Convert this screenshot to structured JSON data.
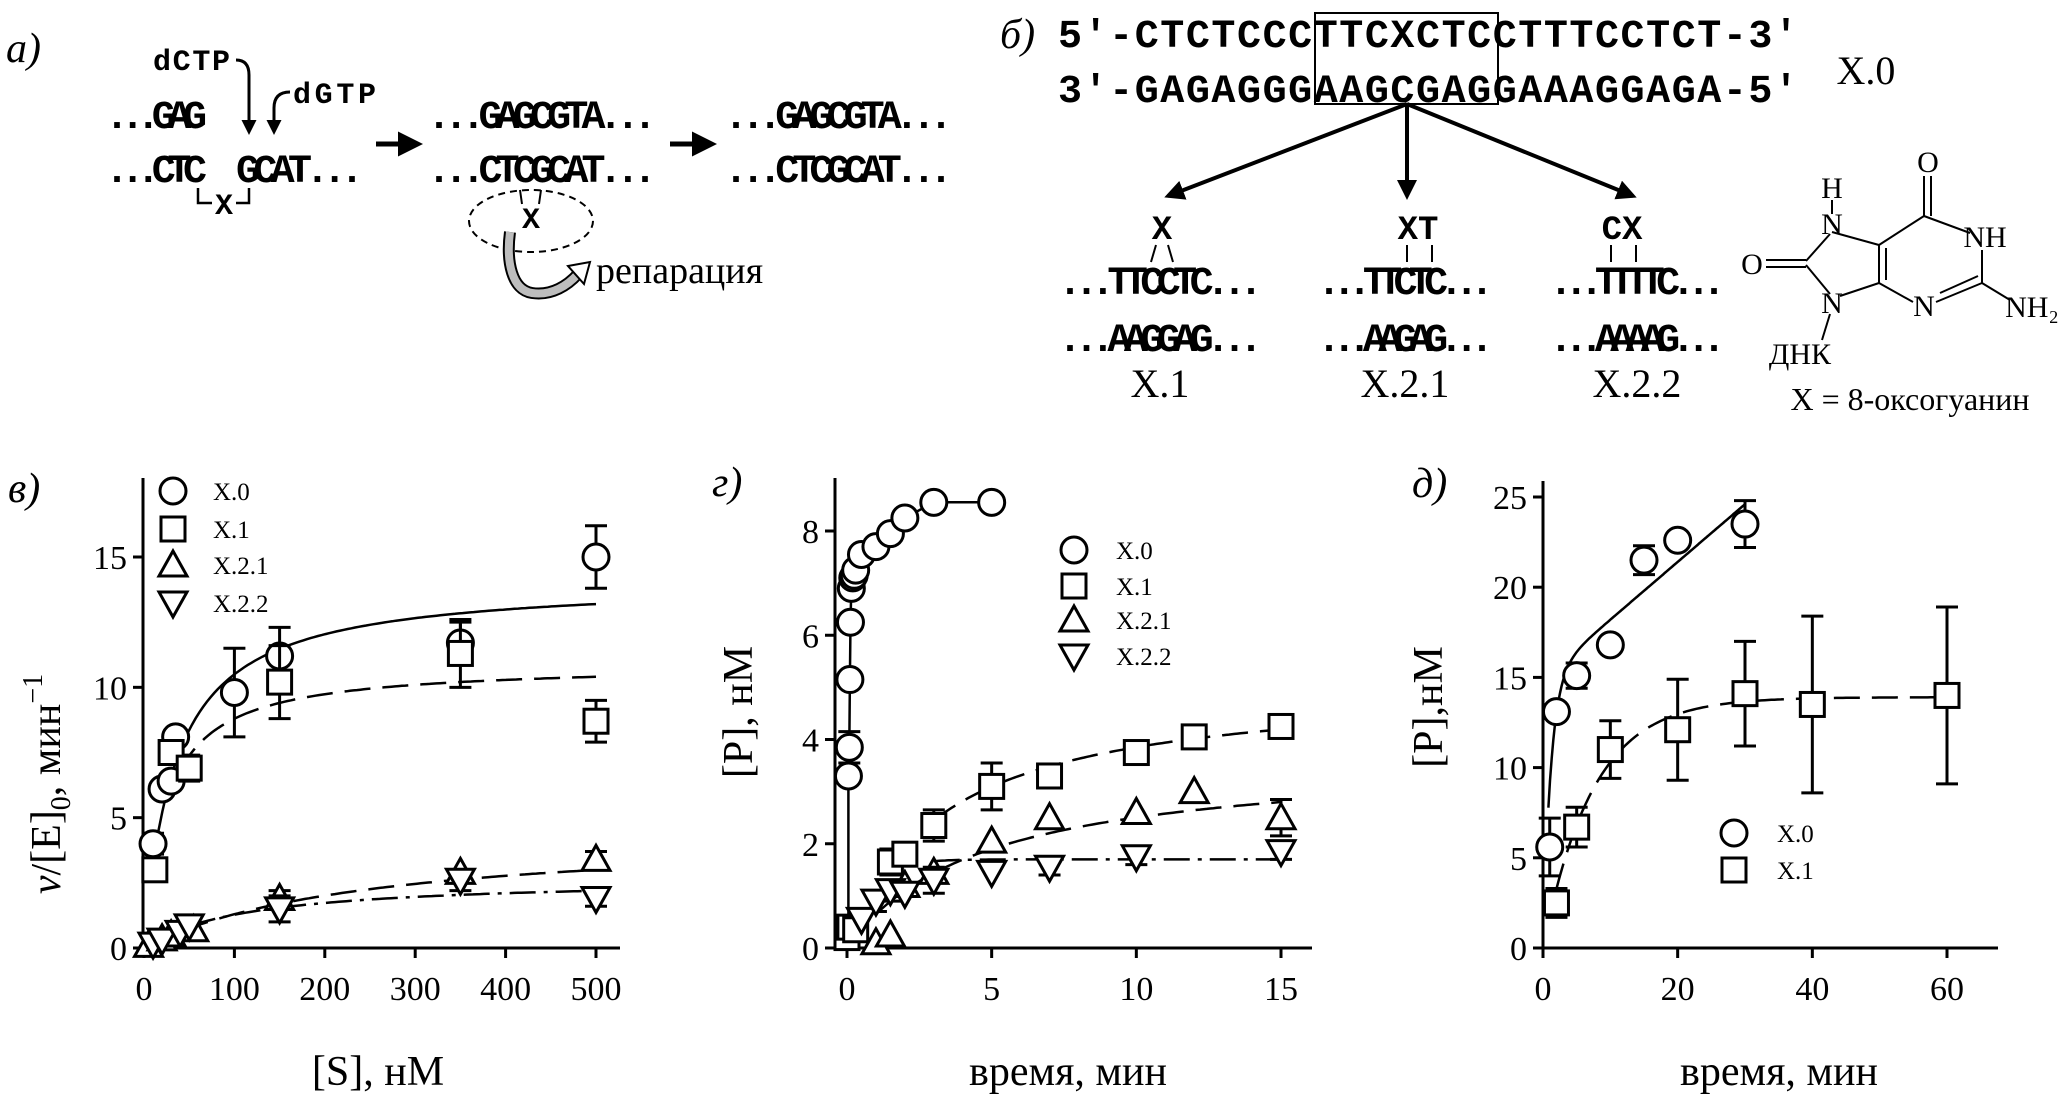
{
  "panel_labels": {
    "a": "а)",
    "b": "б)",
    "c": "в)",
    "d": "г)",
    "e": "д)"
  },
  "scheme_a": {
    "dctp": "dCTP",
    "dgtp": "dGTP",
    "top1": "...GAG",
    "bot1_left": "...CTC",
    "bot1_right": "GCAT...",
    "lesion": "X",
    "top2": "...GAGCGTA...",
    "bot2": "...CTCGCAT...",
    "lesion2": "X",
    "repair_label": "репарация",
    "top3": "...GAGCGTA...",
    "bot3": "...CTCGCAT..."
  },
  "scheme_b": {
    "strand_top": "5′-CTCTCCCTTCXCTCCTTTCCTCT-3′",
    "strand_bottom": "3′-GAGAGGGAAGCGAGGAAAGGAGA-5′",
    "duplex_name": "X.0",
    "variants": [
      {
        "insert": "X",
        "top": "...TTCCTC...",
        "bottom": "...AAGGAG...",
        "name": "X.1"
      },
      {
        "insert": "XT",
        "top": "...TTCTC...",
        "bottom": "...AAGAG...",
        "name": "X.2.1"
      },
      {
        "insert": "CX",
        "top": "...TTTTC...",
        "bottom": "...AAAAG...",
        "name": "X.2.2"
      }
    ],
    "structure": {
      "labels": [
        "H",
        "N",
        "O",
        "NH",
        "NH₂",
        "N",
        "N",
        "O",
        "ДНК"
      ],
      "caption": "X = 8-оксогуанин"
    }
  },
  "chart_data": [
    {
      "type": "scatter",
      "panel": "в)",
      "title": "",
      "xlabel": "[S], нМ",
      "ylabel": {
        "v": "v",
        "mid": "/[E]",
        "sub": "0",
        "tail": ", мин",
        "sup": "−1"
      },
      "xlim": [
        -5,
        525
      ],
      "ylim": [
        0,
        18
      ],
      "xticks": [
        "0",
        "100",
        "200",
        "300",
        "400",
        "500"
      ],
      "xtick_values": [
        0,
        100,
        200,
        300,
        400,
        500
      ],
      "yticks": [
        "0",
        "5",
        "10",
        "15"
      ],
      "ytick_values": [
        0,
        5,
        10,
        15
      ],
      "legend_position": "top-left",
      "series": [
        {
          "name": "X.0",
          "marker": "circle",
          "line": "solid",
          "points": [
            [
              10,
              4.0,
              0.4
            ],
            [
              20,
              6.1
            ],
            [
              30,
              6.4
            ],
            [
              35,
              8.1
            ],
            [
              100,
              9.8,
              1.7
            ],
            [
              150,
              11.2,
              1.1
            ],
            [
              350,
              11.7,
              0.8
            ],
            [
              500,
              15.0,
              1.2
            ]
          ],
          "fit": {
            "model": "michaelis-menten",
            "Vmax": 14.1,
            "Km": 34.3,
            "range": [
              8,
              500
            ]
          }
        },
        {
          "name": "X.1",
          "marker": "square",
          "line": "dashed",
          "points": [
            [
              12,
              3.0
            ],
            [
              30,
              7.5
            ],
            [
              50,
              6.9,
              0.5
            ],
            [
              150,
              10.2,
              1.4
            ],
            [
              350,
              11.3,
              1.3
            ],
            [
              500,
              8.7,
              0.8
            ]
          ],
          "fit": {
            "model": "michaelis-menten",
            "Vmax": 10.9,
            "Km": 23.9,
            "range": [
              40,
              500
            ]
          }
        },
        {
          "name": "X.2.1",
          "marker": "triangle-up",
          "line": "dashed",
          "points": [
            [
              5,
              0.1
            ],
            [
              20,
              0.35
            ],
            [
              30,
              0.5
            ],
            [
              55,
              0.7
            ],
            [
              150,
              1.9,
              0.3
            ],
            [
              350,
              2.9
            ],
            [
              500,
              3.4,
              0.3
            ]
          ],
          "fit": {
            "model": "michaelis-menten",
            "Vmax": 4.46,
            "Km": 244,
            "range": [
              5,
              500
            ]
          }
        },
        {
          "name": "X.2.2",
          "marker": "triangle-down",
          "line": "dashdot",
          "points": [
            [
              10,
              0.15
            ],
            [
              20,
              0.3
            ],
            [
              40,
              0.6
            ],
            [
              50,
              0.85
            ],
            [
              150,
              1.5,
              0.5
            ],
            [
              350,
              2.6,
              0.4
            ],
            [
              500,
              1.9,
              0.3
            ]
          ],
          "fit": {
            "model": "michaelis-menten",
            "Vmax": 2.68,
            "Km": 110,
            "range": [
              5,
              500
            ]
          }
        }
      ]
    },
    {
      "type": "scatter",
      "panel": "г)",
      "title": "",
      "xlabel": "время, мин",
      "ylabel": "[P], нМ",
      "xlim": [
        -0.4,
        16.2
      ],
      "ylim": [
        0,
        9
      ],
      "xticks": [
        "0",
        "5",
        "10",
        "15"
      ],
      "xtick_values": [
        0,
        5,
        10,
        15
      ],
      "yticks": [
        "0",
        "2",
        "4",
        "6",
        "8"
      ],
      "ytick_values": [
        0,
        2,
        4,
        6,
        8
      ],
      "legend_position": "top-right",
      "series": [
        {
          "name": "X.0",
          "marker": "circle",
          "line": "solid",
          "points": [
            [
              0.05,
              3.3
            ],
            [
              0.08,
              3.85,
              0.3
            ],
            [
              0.1,
              5.15
            ],
            [
              0.12,
              6.25
            ],
            [
              0.15,
              6.9
            ],
            [
              0.2,
              7.1
            ],
            [
              0.25,
              7.15
            ],
            [
              0.3,
              7.25
            ],
            [
              0.5,
              7.55
            ],
            [
              1,
              7.7
            ],
            [
              1.5,
              7.95
            ],
            [
              2,
              8.25
            ],
            [
              3,
              8.55
            ],
            [
              5,
              8.55
            ]
          ],
          "fit": {
            "model": "connect",
            "start": [
              0.05,
              0
            ],
            "range": [
              0.05,
              5
            ]
          }
        },
        {
          "name": "X.1",
          "marker": "square",
          "line": "dashed",
          "points": [
            [
              0,
              0.2
            ],
            [
              0.1,
              0.4
            ],
            [
              0.3,
              0.35
            ],
            [
              1.5,
              1.65,
              0.25
            ],
            [
              2,
              1.8
            ],
            [
              3,
              2.35,
              0.3
            ],
            [
              5,
              3.1,
              0.45
            ],
            [
              7,
              3.3
            ],
            [
              10,
              3.75
            ],
            [
              12,
              4.05
            ],
            [
              15,
              4.25
            ]
          ],
          "fit": {
            "model": "michaelis-menten",
            "Vmax": 5.1,
            "Km": 3.24,
            "range": [
              3,
              15
            ]
          }
        },
        {
          "name": "X.2.1",
          "marker": "triangle-up",
          "line": "dashed",
          "points": [
            [
              1,
              0.1
            ],
            [
              1.5,
              0.25
            ],
            [
              2,
              1.2
            ],
            [
              3,
              1.45
            ],
            [
              5,
              2.05
            ],
            [
              7,
              2.5
            ],
            [
              10,
              2.6
            ],
            [
              12,
              3.0
            ],
            [
              15,
              2.5,
              0.35
            ]
          ],
          "fit": {
            "model": "michaelis-menten",
            "Vmax": 3.67,
            "Km": 4.66,
            "range": [
              1,
              15
            ]
          }
        },
        {
          "name": "X.2.2",
          "marker": "triangle-down",
          "line": "dashdot",
          "points": [
            [
              0.5,
              0.55
            ],
            [
              1,
              0.9,
              0.2
            ],
            [
              1.5,
              1.1,
              0.2
            ],
            [
              2,
              1.05
            ],
            [
              3,
              1.3,
              0.25
            ],
            [
              5,
              1.45
            ],
            [
              7,
              1.55,
              0.15
            ],
            [
              10,
              1.75,
              0.15
            ],
            [
              15,
              1.85,
              0.15
            ]
          ],
          "fit": {
            "model": "exponential",
            "A": 1.7,
            "k": 1.3,
            "range": [
              3,
              15
            ]
          }
        }
      ]
    },
    {
      "type": "scatter",
      "panel": "д)",
      "title": "",
      "xlabel": "время, мин",
      "ylabel": "[P],нМ",
      "xlim": [
        -1,
        67.5
      ],
      "ylim": [
        0,
        26
      ],
      "xticks": [
        "0",
        "20",
        "40",
        "60"
      ],
      "xtick_values": [
        0,
        20,
        40,
        60
      ],
      "yticks": [
        "0",
        "5",
        "10",
        "15",
        "20",
        "25"
      ],
      "ytick_values": [
        0,
        5,
        10,
        15,
        20,
        25
      ],
      "legend_position": "center",
      "series": [
        {
          "name": "X.0",
          "marker": "circle",
          "line": "solid",
          "points": [
            [
              1,
              5.6,
              1.6
            ],
            [
              2,
              13.1,
              0.4
            ],
            [
              5,
              15.1,
              0.7
            ],
            [
              10,
              16.8
            ],
            [
              15,
              21.5,
              0.8
            ],
            [
              20,
              22.6
            ],
            [
              30,
              23.5,
              1.3
            ]
          ],
          "fit": {
            "model": "burst",
            "A": 15,
            "k": 0.87,
            "v": 0.32,
            "range": [
              0.8,
              30
            ]
          }
        },
        {
          "name": "X.1",
          "marker": "square",
          "line": "dashed",
          "points": [
            [
              2,
              2.5,
              0.8
            ],
            [
              5,
              6.7,
              1.1
            ],
            [
              10,
              11.0,
              1.6
            ],
            [
              20,
              12.1,
              2.8
            ],
            [
              30,
              14.1,
              2.9
            ],
            [
              40,
              13.5,
              4.9
            ],
            [
              60,
              14.0,
              4.9
            ]
          ],
          "fit": {
            "model": "exponential",
            "A": 13.9,
            "k": 0.135,
            "range": [
              2,
              60
            ]
          }
        }
      ]
    }
  ]
}
